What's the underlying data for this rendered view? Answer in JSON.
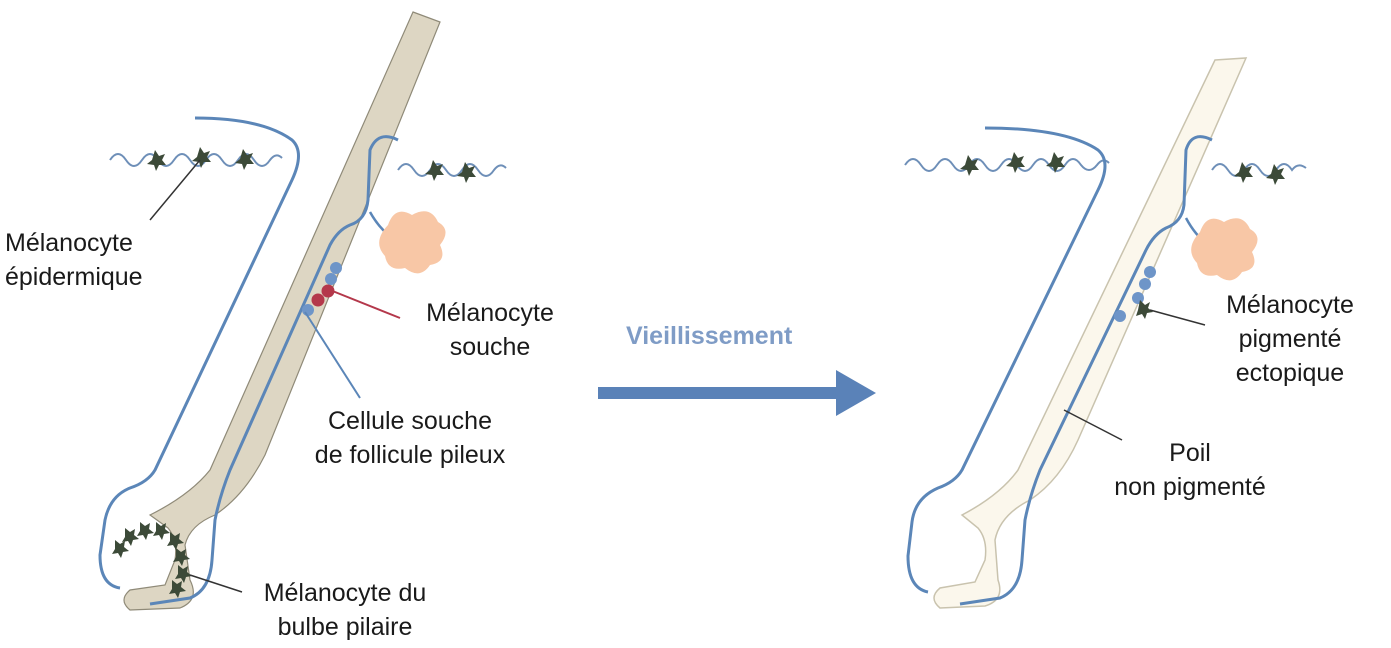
{
  "labels": {
    "left": {
      "epidermal_melanocyte": [
        "Mélanocyte",
        "épidermique"
      ],
      "stem_melanocyte": [
        "Mélanocyte",
        "souche"
      ],
      "follicle_stem_cell": [
        "Cellule souche",
        "de follicule pileux"
      ],
      "bulb_melanocyte": [
        "Mélanocyte du",
        "bulbe pilaire"
      ]
    },
    "arrow": "Vieillissement",
    "right": {
      "ectopic_melanocyte": [
        "Mélanocyte",
        "pigmenté",
        "ectopique"
      ],
      "unpigmented_hair": [
        "Poil",
        "non pigmenté"
      ]
    }
  },
  "colors": {
    "outline": "#5b86b8",
    "hair_pigmented": "#ddd6c3",
    "hair_unpigmented": "#fbf7ec",
    "gland": "#f8c7a6",
    "arrow": "#5a82b8",
    "arrow_text": "#7f9cc6",
    "stem_melanocyte": "#b4384b",
    "stem_cell": "#6e95c8",
    "melanocyte": "#3c4a38"
  }
}
